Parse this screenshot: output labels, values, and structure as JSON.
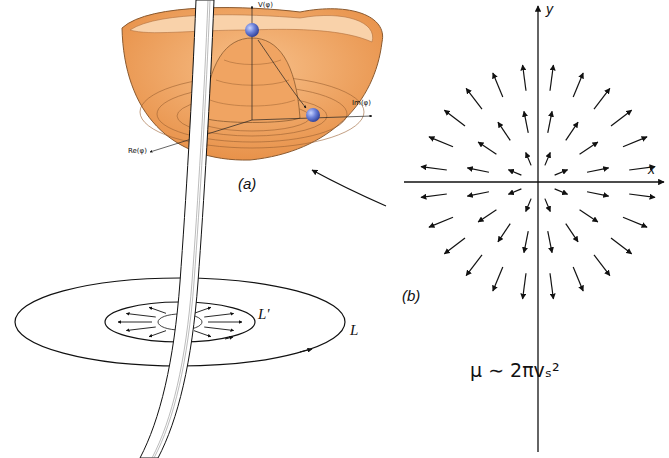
{
  "diagram": {
    "labels": [
      "V(φ)",
      "Im(φ)",
      "Re(φ)",
      "(a)",
      "y",
      "x",
      "(b)",
      "L'",
      "L",
      "μ ∼ 2πvₛ²"
    ]
  }
}
